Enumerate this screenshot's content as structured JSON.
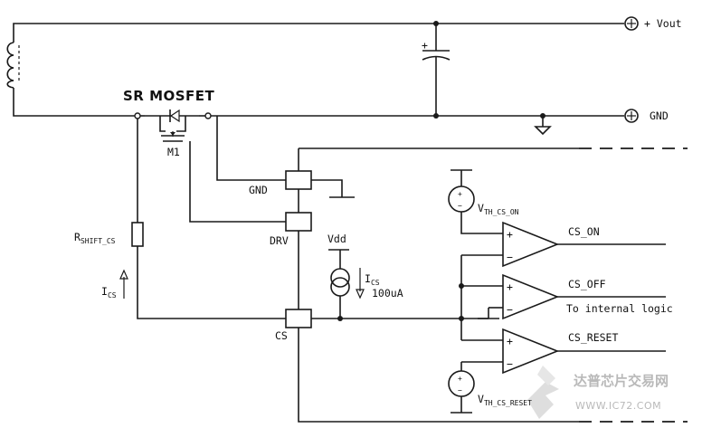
{
  "labels": {
    "vout": "+ Vout",
    "gnd_rail": "GND",
    "sr_mosfet": "SR MOSFET",
    "m1": "M1",
    "pin_gnd": "GND",
    "pin_drv": "DRV",
    "pin_cs": "CS",
    "vdd": "Vdd",
    "r_shift_main": "R",
    "r_shift_sub": "SHIFT_CS",
    "i_cs_main": "I",
    "i_cs_sub": "CS",
    "source_main": "I",
    "source_sub": "CS",
    "source_value": "100uA",
    "vth_on_main": "V",
    "vth_on_sub": "TH_CS_ON",
    "vth_reset_main": "V",
    "vth_reset_sub": "TH_CS_RESET",
    "cs_on": "CS_ON",
    "cs_off": "CS_OFF",
    "to_internal_logic": "To internal logic",
    "cs_reset": "CS_RESET",
    "comp_plus": "+",
    "comp_minus": "−",
    "source_plus": "+",
    "source_minus": "−"
  },
  "watermark": {
    "text": "达普芯片交易网",
    "url": "WWW.IC72.COM"
  },
  "colors": {
    "line": "#1a1a1a",
    "watermark": "#b9b9b9"
  }
}
